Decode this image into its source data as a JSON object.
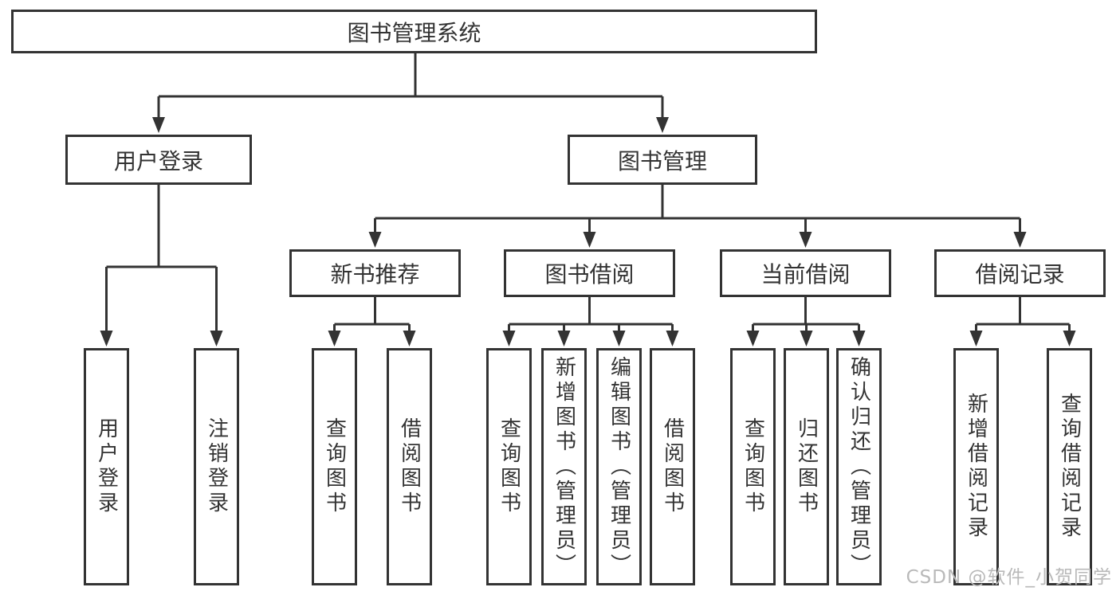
{
  "diagram": {
    "root": {
      "label": "图书管理系统"
    },
    "level2": [
      {
        "label": "用户登录"
      },
      {
        "label": "图书管理"
      }
    ],
    "level3": [
      {
        "label": "新书推荐"
      },
      {
        "label": "图书借阅"
      },
      {
        "label": "当前借阅"
      },
      {
        "label": "借阅记录"
      }
    ],
    "leaves": [
      {
        "label": "用户登录"
      },
      {
        "label": "注销登录"
      },
      {
        "label": "查询图书"
      },
      {
        "label": "借阅图书"
      },
      {
        "label": "查询图书"
      },
      {
        "label": "新增图书（管理员）"
      },
      {
        "label": "编辑图书（管理员）"
      },
      {
        "label": "借阅图书"
      },
      {
        "label": "查询图书"
      },
      {
        "label": "归还图书"
      },
      {
        "label": "确认归还（管理员）"
      },
      {
        "label": "新增借阅记录"
      },
      {
        "label": "查询借阅记录"
      }
    ]
  },
  "watermark": {
    "text": "CSDN @软件_小贺同学"
  },
  "colors": {
    "line": "#333333",
    "text": "#333333",
    "watermark": "#b9b9b9",
    "background": "#ffffff"
  }
}
